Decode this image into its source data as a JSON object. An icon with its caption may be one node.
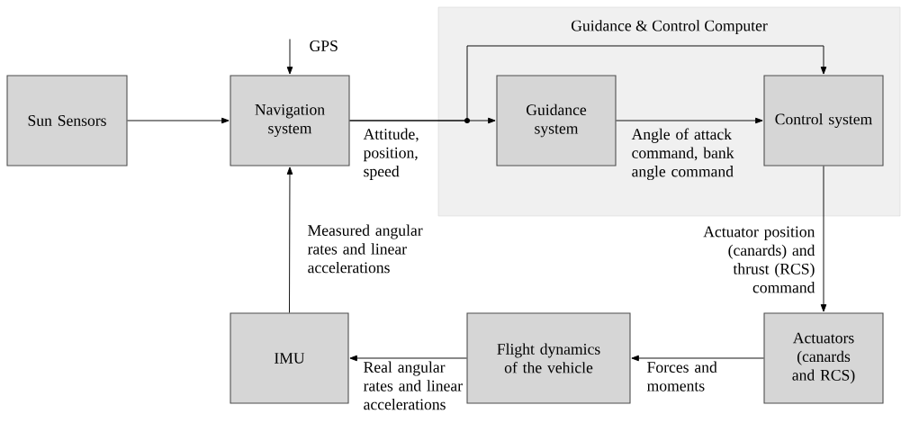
{
  "diagram": {
    "nodes": [
      {
        "text": [
          "Guidance & Control Computer"
        ]
      },
      {
        "text": [
          "Sun Sensors"
        ]
      },
      {
        "text": [
          "Navigation system"
        ]
      },
      {
        "text": [
          "Guidance system"
        ],
        "in": 0
      },
      {
        "text": [
          "Control system"
        ],
        "in": 0
      },
      {
        "text": [
          "IMU"
        ]
      },
      {
        "text": [
          "Flight dynamics of the vehicle"
        ]
      },
      {
        "text": [
          "Actuators (canards and RCS)"
        ]
      }
    ],
    "edges": [
      {
        "from": null,
        "to": 2,
        "arrow": "to",
        "label": "GPS"
      },
      {
        "from": 1,
        "to": 2,
        "arrow": "to"
      },
      {
        "from": 2,
        "to": 3,
        "arrow": "to",
        "label": "Attitude, position, speed"
      },
      {
        "from": 2,
        "to": 4,
        "arrow": "to"
      },
      {
        "from": 3,
        "to": 4,
        "arrow": "to",
        "label": "Angle of attack command, bank angle command"
      },
      {
        "from": 4,
        "to": 7,
        "arrow": "to",
        "label": "Actuator position (canards) and thrust (RCS) command"
      },
      {
        "from": 7,
        "to": 6,
        "arrow": "to",
        "label": "Forces and moments"
      },
      {
        "from": 6,
        "to": 5,
        "arrow": "to",
        "label": "Real angular rates and linear accelerations"
      },
      {
        "from": 5,
        "to": 2,
        "arrow": "to",
        "label": "Measured angular rates and linear accelerations"
      }
    ]
  }
}
